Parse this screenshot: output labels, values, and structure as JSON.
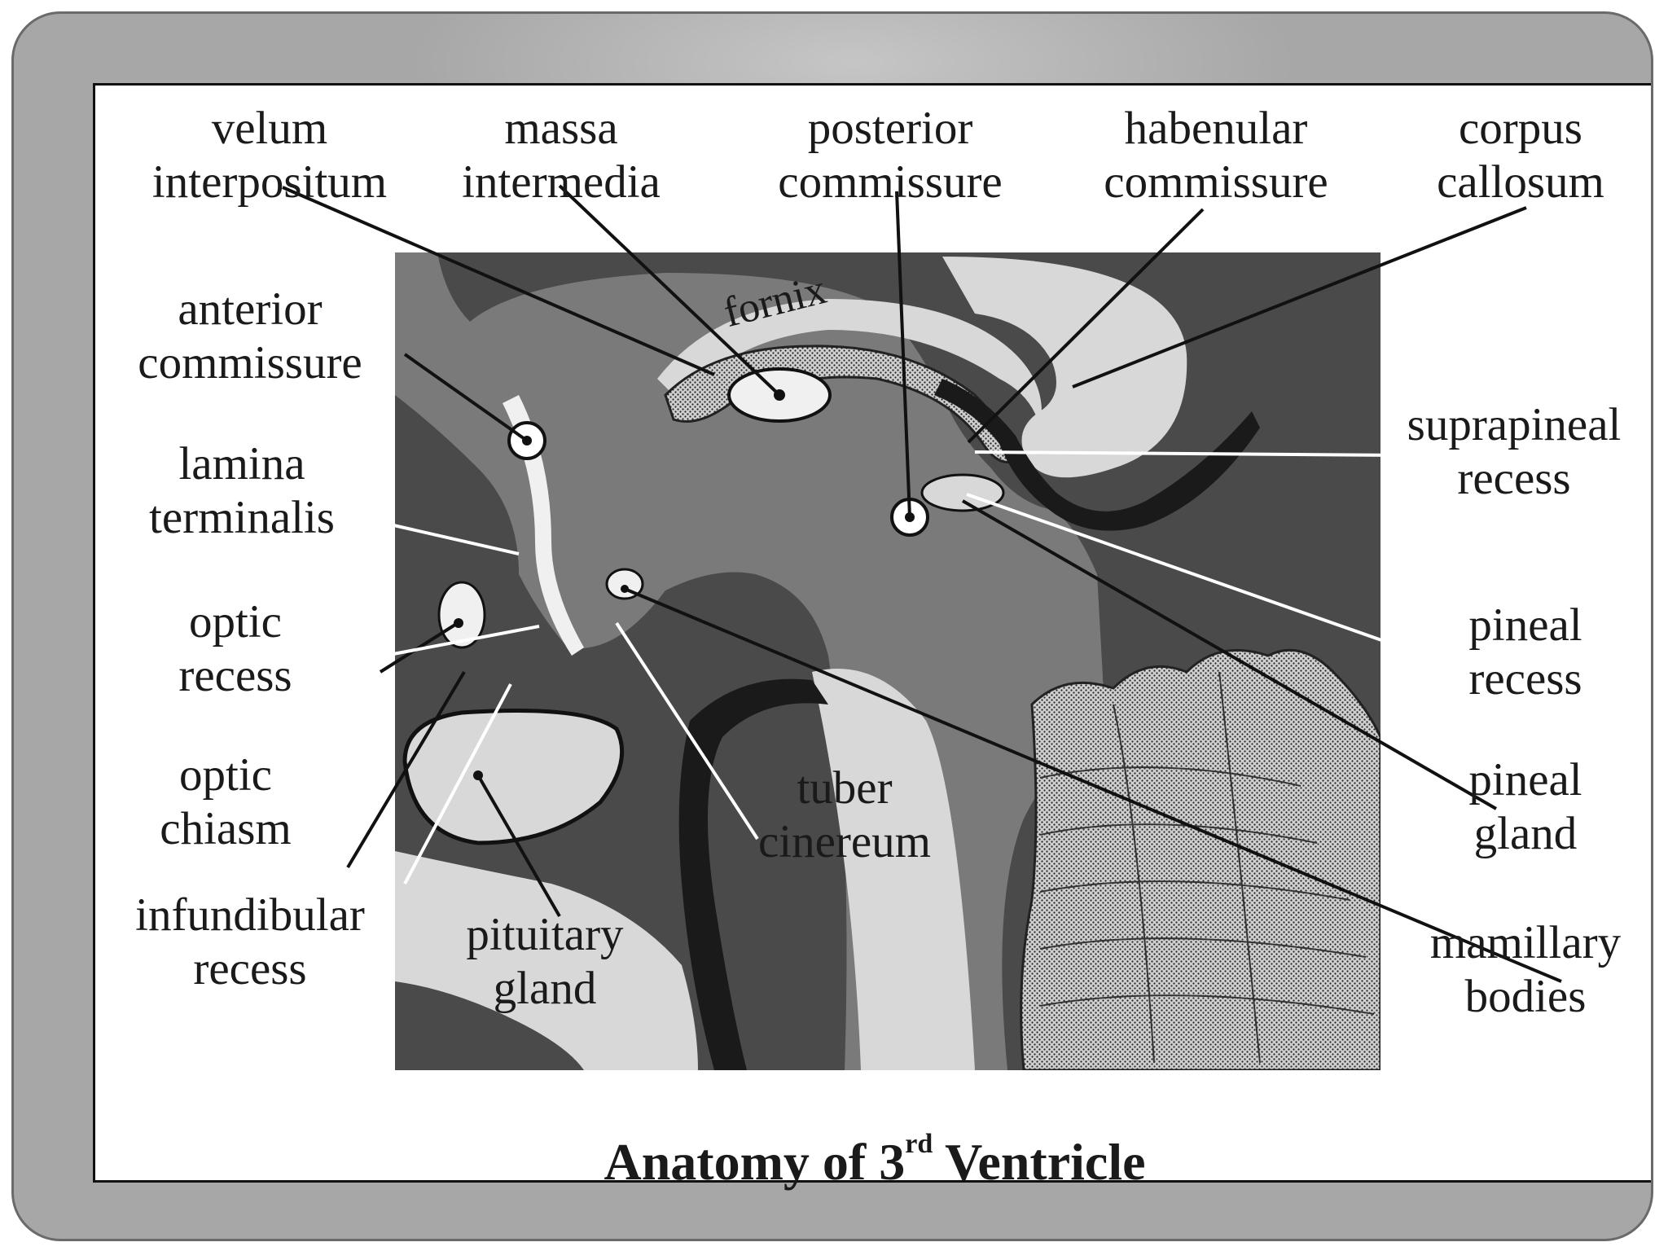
{
  "title": {
    "main": "Anatomy of 3",
    "sup": "rd",
    "rest": " Ventricle"
  },
  "labels": {
    "velum_interpositum": {
      "line1": "velum",
      "line2": "interpositum"
    },
    "massa_intermedia": {
      "line1": "massa",
      "line2": "intermedia"
    },
    "posterior_commissure": {
      "line1": "posterior",
      "line2": "commissure"
    },
    "habenular_commissure": {
      "line1": "habenular",
      "line2": "commissure"
    },
    "corpus_callosum": {
      "line1": "corpus",
      "line2": "callosum"
    },
    "anterior_commissure": {
      "line1": "anterior",
      "line2": "commissure"
    },
    "lamina_terminalis": {
      "line1": "lamina",
      "line2": "terminalis"
    },
    "optic_recess": {
      "line1": "optic",
      "line2": "recess"
    },
    "optic_chiasm": {
      "line1": "optic",
      "line2": "chiasm"
    },
    "infundibular_recess": {
      "line1": "infundibular",
      "line2": "recess"
    },
    "pituitary_gland": {
      "line1": "pituitary",
      "line2": "gland"
    },
    "tuber_cinereum": {
      "line1": "tuber",
      "line2": "cinereum"
    },
    "suprapineal_recess": {
      "line1": "suprapineal",
      "line2": "recess"
    },
    "pineal_recess": {
      "line1": "pineal",
      "line2": "recess"
    },
    "pineal_gland": {
      "line1": "pineal",
      "line2": "gland"
    },
    "mamillary_bodies": {
      "line1": "mamillary",
      "line2": "bodies"
    },
    "fornix": "fornix"
  },
  "colors": {
    "slide_bg": "#a7a7a7",
    "dark_gray": "#4a4a4a",
    "mid_gray": "#7a7a7a",
    "light_gray": "#d8d8d8",
    "near_white": "#f0f0f0"
  }
}
